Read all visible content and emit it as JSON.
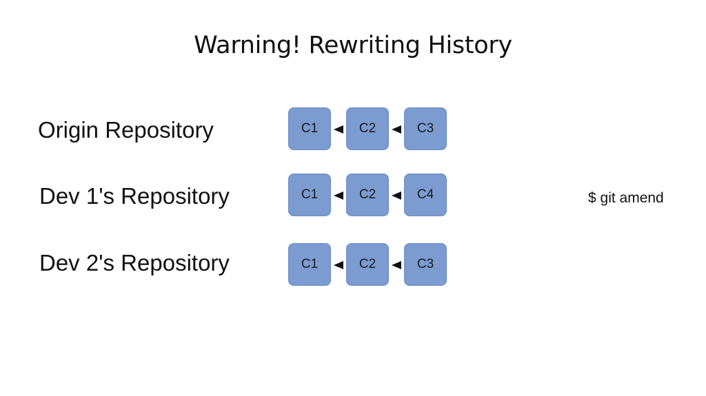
{
  "title": "Warning! Rewriting History",
  "repos": [
    {
      "label": "Origin Repository",
      "commits": [
        "C1",
        "C2",
        "C3"
      ]
    },
    {
      "label": "Dev 1's Repository",
      "commits": [
        "C1",
        "C2",
        "C4"
      ]
    },
    {
      "label": "Dev 2's Repository",
      "commits": [
        "C1",
        "C2",
        "C3"
      ]
    }
  ],
  "command": "$ git amend",
  "colors": {
    "commit_fill": "#7b9bd1",
    "commit_border": "#6a8bc3",
    "text": "#111111"
  }
}
